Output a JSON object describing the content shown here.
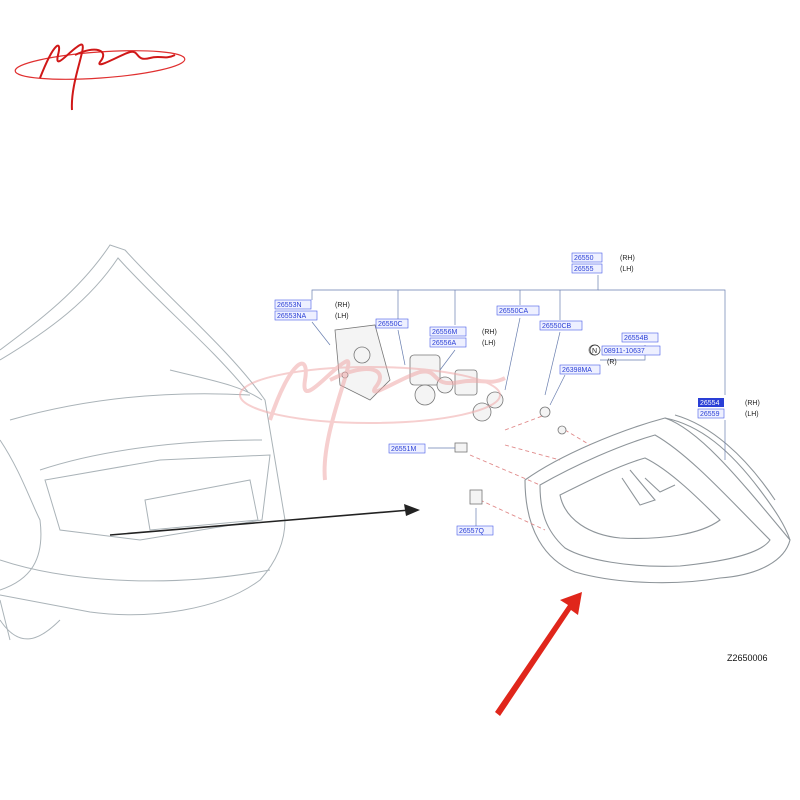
{
  "diagram_code": "Z2650006",
  "side_labels": {
    "rh": "(RH)",
    "lh": "(LH)",
    "r": "(R)",
    "n": "N"
  },
  "parts": {
    "assembly_rh": "26550",
    "assembly_lh": "26555",
    "gasket_rh": "26553N",
    "gasket_lh": "26553NA",
    "socket": "26550C",
    "bulb_rh": "26556M",
    "bulb_lh": "26556A",
    "harness": "26550CA",
    "harness_b": "26550CB",
    "clip": "26554B",
    "nut": "08911-10637",
    "grommet": "26398MA",
    "lamp_rh": "26554",
    "lamp_lh": "26559",
    "screw": "26551M",
    "pin": "26557Q"
  },
  "colors": {
    "part_number": "#2a3fd6",
    "arrow_red": "#e0261b",
    "watermark": "#f0a8a8"
  }
}
